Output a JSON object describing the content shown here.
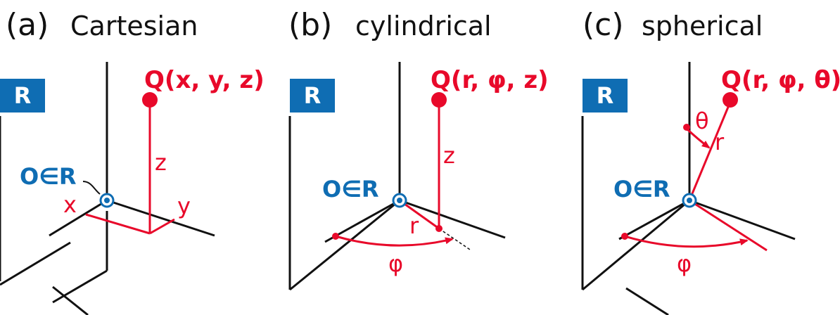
{
  "colors": {
    "red": "#e8092a",
    "blue": "#0f6db3",
    "black": "#111111"
  },
  "panels": [
    {
      "id": "a",
      "letter": "(a)",
      "name": "Cartesian",
      "frame_label": "R",
      "origin_label": "O∈R",
      "point_label": "Q(x, y, z)",
      "coord_labels": {
        "x": "x",
        "y": "y",
        "z": "z"
      }
    },
    {
      "id": "b",
      "letter": "(b)",
      "name": "cylindrical",
      "frame_label": "R",
      "origin_label": "O∈R",
      "point_label": "Q(r, φ, z)",
      "coord_labels": {
        "r": "r",
        "phi": "φ",
        "z": "z"
      }
    },
    {
      "id": "c",
      "letter": "(c)",
      "name": "spherical",
      "frame_label": "R",
      "origin_label": "O∈R",
      "point_label": "Q(r, φ, θ)",
      "coord_labels": {
        "r": "r",
        "phi": "φ",
        "theta": "θ"
      }
    }
  ]
}
